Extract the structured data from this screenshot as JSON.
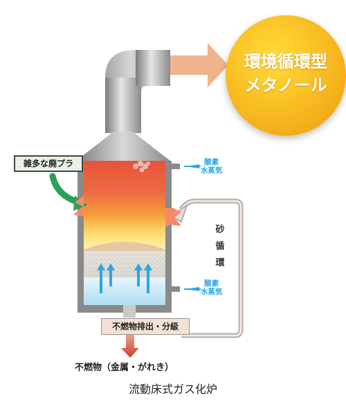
{
  "product": {
    "line1": "環境循環型",
    "line2": "メタノール"
  },
  "input_label": "雑多な廃プラ",
  "injection_upper": {
    "line1": "酸素",
    "line2": "水蒸気"
  },
  "injection_lower": {
    "line1": "酸素",
    "line2": "水蒸気"
  },
  "sand_loop_chars": [
    "砂",
    "循",
    "環"
  ],
  "sorting_label": "不燃物排出・分級",
  "output_label": "不燃物（金属・がれき）",
  "caption": "流動床式ガス化炉",
  "colors": {
    "flame_top": "#e8523a",
    "flame_mid": "#f7a03b",
    "sand": "#d9d6d2",
    "water": "#bfe7f7",
    "arrow_blue": "#2aa7e0",
    "input_green": "#2aa15a",
    "output_red": "#c9402a",
    "product_yellow": "#f6b21c"
  }
}
